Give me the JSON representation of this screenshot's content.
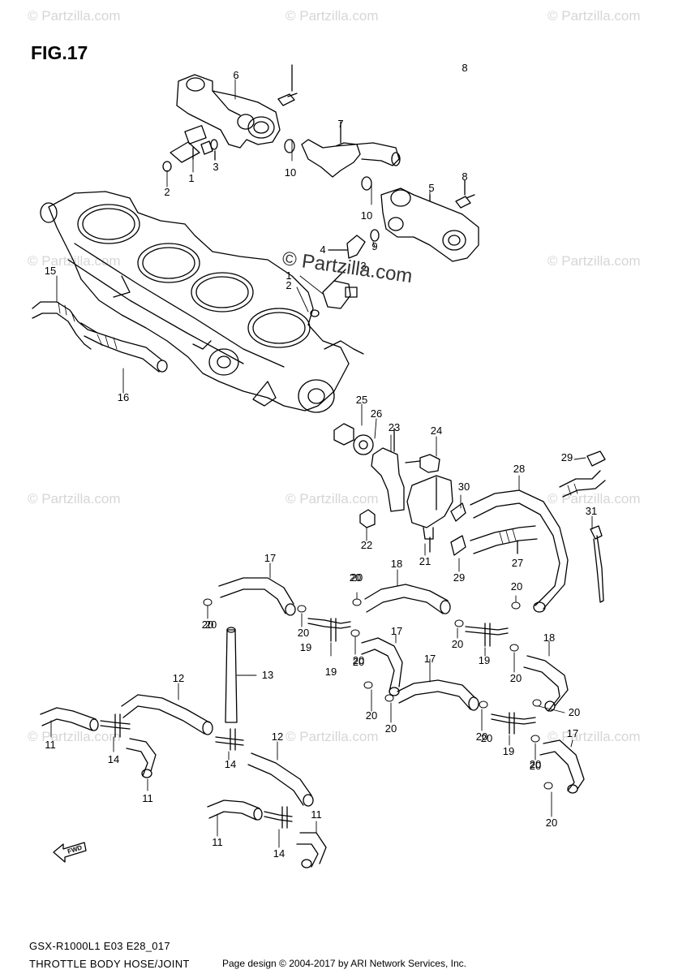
{
  "figure": {
    "title": "FIG.17",
    "code": "GSX-R1000L1 E03 E28_017",
    "name": "THROTTLE BODY HOSE/JOINT",
    "credit": "Page design © 2004-2017 by ARI Network Services, Inc."
  },
  "watermark": {
    "text": "© Partzilla.com",
    "center_text": "© Partzilla.com"
  },
  "direction_arrow_label": "FWD",
  "callouts": [
    "1",
    "1",
    "2",
    "2",
    "3",
    "3",
    "4",
    "5",
    "6",
    "7",
    "8",
    "8",
    "9",
    "10",
    "10",
    "11",
    "11",
    "11",
    "11",
    "12",
    "12",
    "13",
    "14",
    "14",
    "14",
    "15",
    "16",
    "17",
    "17",
    "17",
    "17",
    "18",
    "18",
    "19",
    "19",
    "19",
    "19",
    "20",
    "20",
    "20",
    "20",
    "20",
    "20",
    "20",
    "20",
    "20",
    "20",
    "20",
    "20",
    "20",
    "20",
    "20",
    "20",
    "20",
    "20",
    "21",
    "22",
    "23",
    "24",
    "25",
    "26",
    "27",
    "28",
    "29",
    "29",
    "30",
    "31"
  ],
  "colors": {
    "line": "#000000",
    "watermark": "#d6d6d6",
    "background": "#ffffff"
  }
}
